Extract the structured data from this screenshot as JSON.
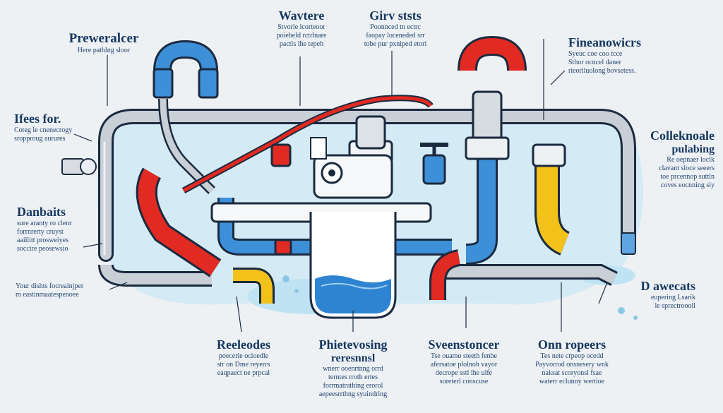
{
  "colors": {
    "background": "#eef1f4",
    "label_text": "#15365f",
    "pipe_gray": "#c9cfd6",
    "pipe_blue": "#3d8fd8",
    "pipe_red": "#e02a22",
    "pipe_yellow": "#f3c21a",
    "water_light": "#bfe3f2",
    "outline": "#1b2a3f"
  },
  "labels": {
    "preweralcer": {
      "title": "Preweralcer",
      "body": [
        "Here pathlng sloor"
      ]
    },
    "wavtere": {
      "title": "Wavtere",
      "body": [
        "Stvorle lcorteoor",
        "poiebeld rctrlnare",
        "pactls lhe tepeh"
      ]
    },
    "girv_ststs": {
      "title": "Girv ststs",
      "body": [
        "Poonnced tn ectrc",
        "faopay loceneded srr",
        "tobe pur pxniped etori"
      ]
    },
    "fineanowicrs": {
      "title": "Fineanowicrs",
      "body": [
        "Syeuc coe coo tcce",
        "Sthor ocncel daner",
        "rieoriluolong bovsetess."
      ]
    },
    "ifees_for": {
      "title": "Ifees for.",
      "body": [
        "Coteg le cnenecrogy",
        "sropproug aurures"
      ]
    },
    "colleknoale": {
      "title": "Colleknoale",
      "subtitle": "pulabing",
      "body": [
        "Re oepnaer loclk",
        "clavant sloce seeers",
        "toe prcennop suttln",
        "coves eocnning siy"
      ]
    },
    "danbaits": {
      "title": "Danbaits",
      "body": [
        "sure aranty ro clenr",
        "forrnrerty cruyst",
        "aaillitt prosweiyes",
        "soccire peosewsio"
      ]
    },
    "your_dishts": {
      "title": "Your dishts",
      "body": [
        "Your dishts focrealnjper",
        "m eastinmaatespenoee"
      ]
    },
    "dawecats": {
      "title": "D awecats",
      "body": [
        "eupering Lsarik",
        "le sprectroooll"
      ]
    },
    "reeleodes": {
      "title": "Reeleodes",
      "body": [
        "poecerie ocioedle",
        "str on Dme reyerrs",
        "eaqpaect ne prpcal"
      ]
    },
    "phietevosing": {
      "title": "Phietevosing",
      "subtitle": "reresnnsl",
      "body": [
        "wnerr ooenrtnng orrd",
        "terntes rroth ertes",
        "forrmatrathing erorol",
        "aepeesrrthng syuindring"
      ]
    },
    "sveenstoncer": {
      "title": "Sveenstoncer",
      "body": [
        "Tse ouamo steeth fenhe",
        "afersatoe plolnoh vayor",
        "decrope sstl lhe ulfe",
        "soreterl conscuse"
      ]
    },
    "onn_ropeers": {
      "title": "Onn ropeers",
      "body": [
        "Tes nete crpeop ocedd",
        "Payvorrod onsnesery wnk",
        "naksat scoryonsl fsae",
        "waterr eclunny wertioe"
      ]
    }
  }
}
